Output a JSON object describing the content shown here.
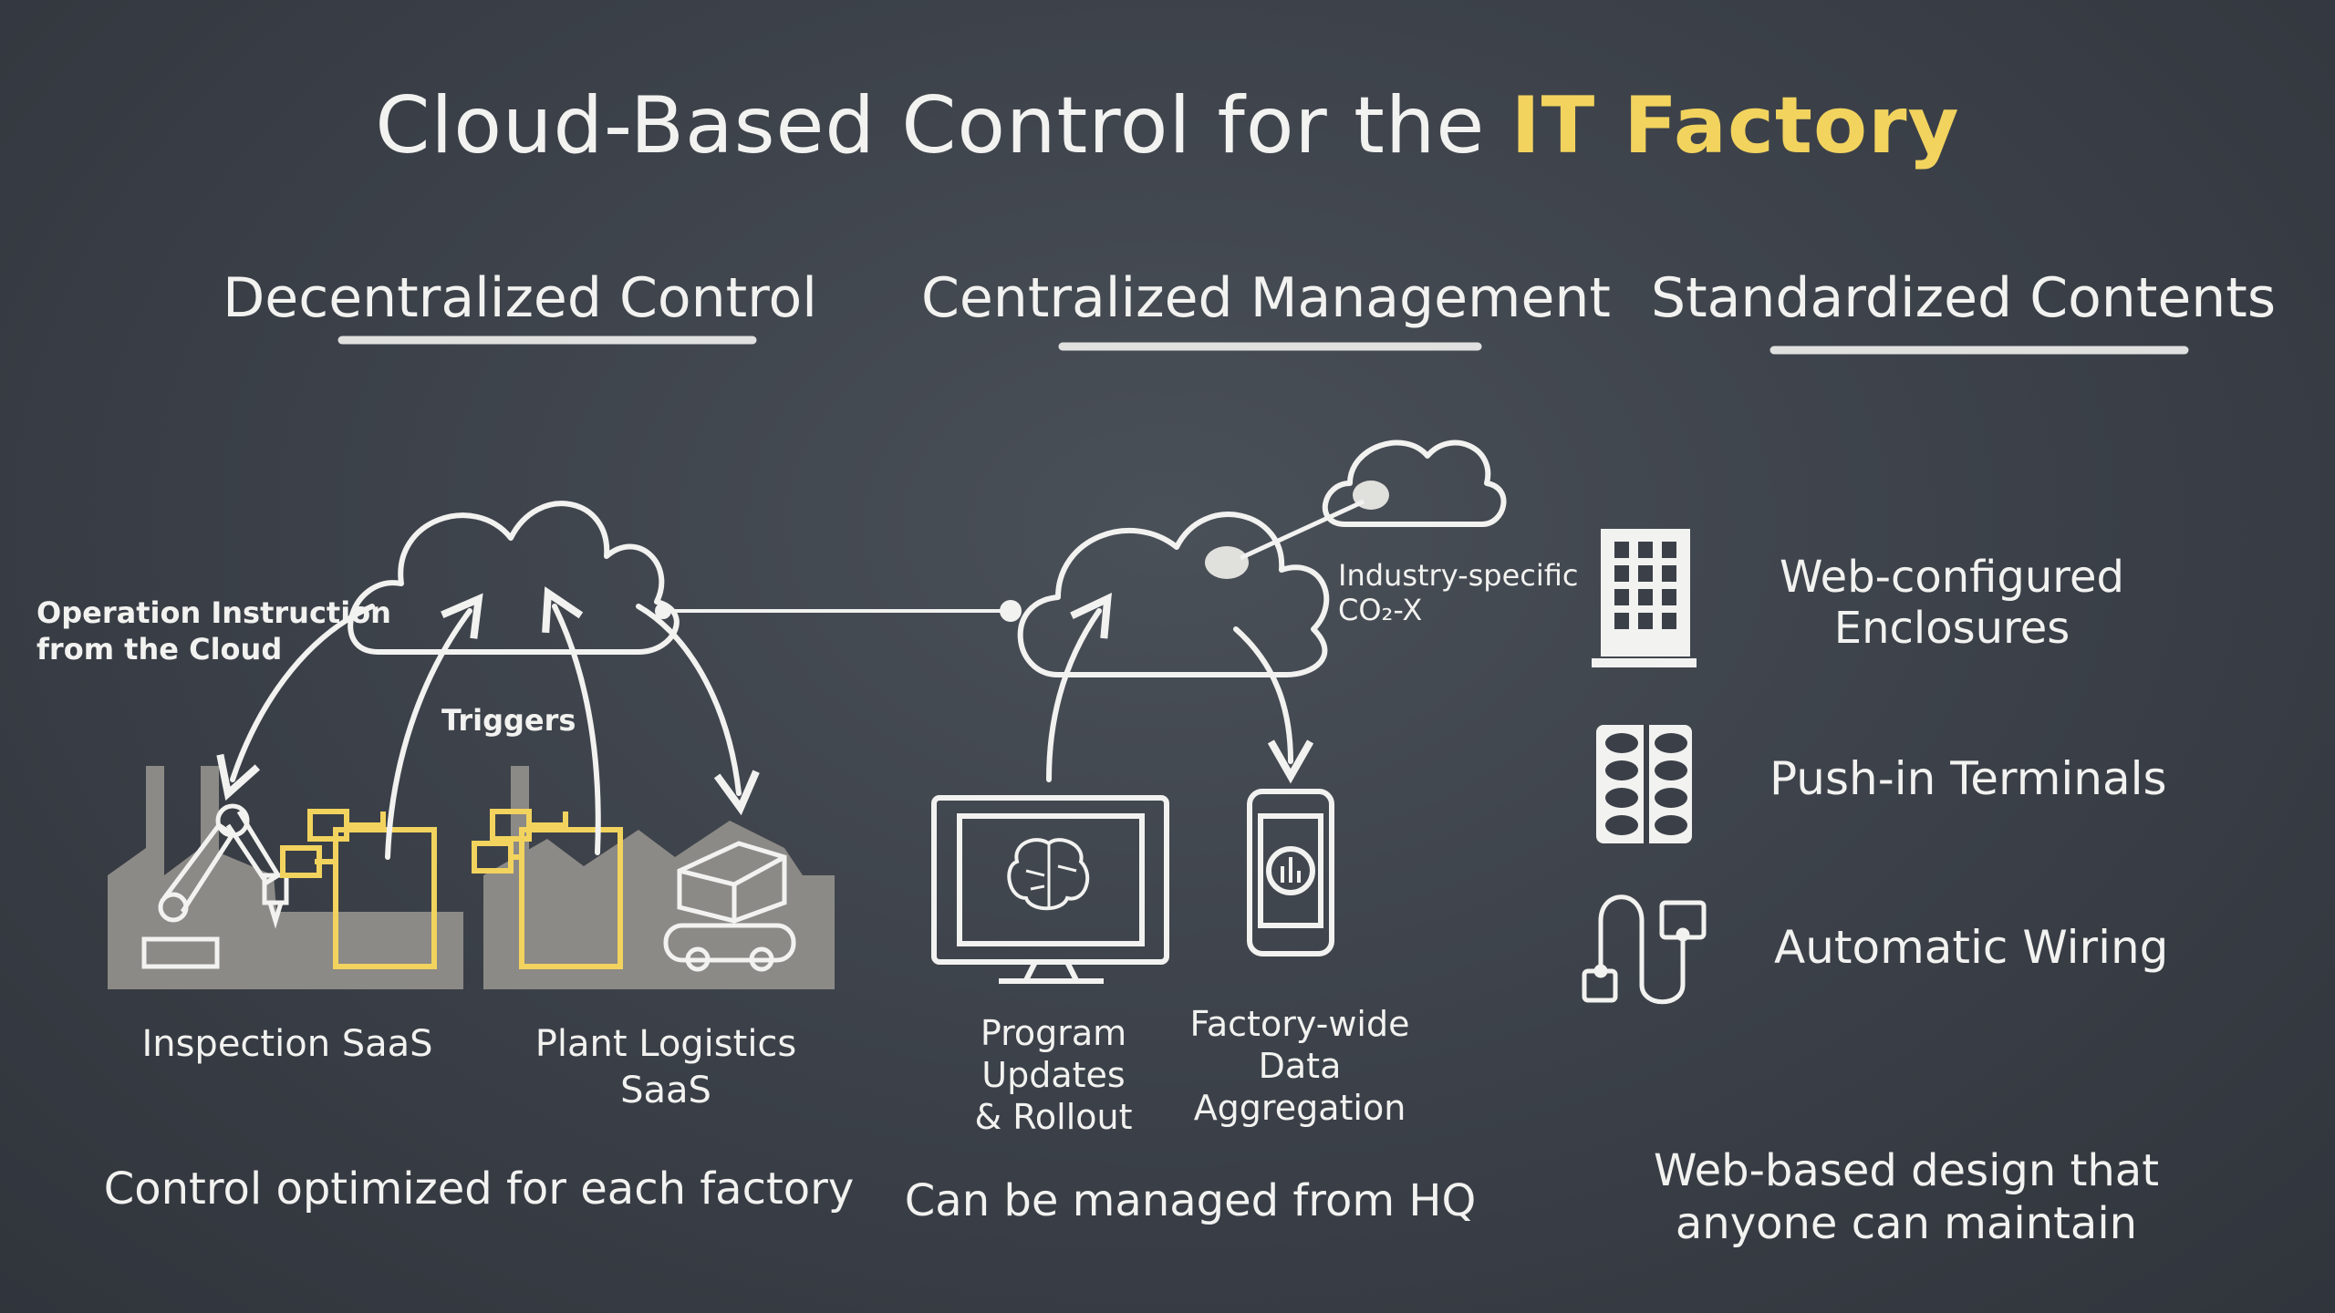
{
  "title": {
    "prefix": "Cloud-Based Control for the ",
    "highlight": "IT Factory"
  },
  "columns": {
    "decentralized": {
      "heading": "Decentralized Control",
      "cloud_caption_line1": "Operation Instruction",
      "cloud_caption_line2": "from the Cloud",
      "triggers": "Triggers",
      "saas_left": "Inspection SaaS",
      "saas_right_line1": "Plant Logistics",
      "saas_right_line2": "SaaS",
      "caption": "Control optimized for each factory"
    },
    "centralized": {
      "heading": "Centralized Management",
      "industry_line1": "Industry-specific",
      "industry_line2": "CO₂-X",
      "program_line1": "Program",
      "program_line2": "Updates",
      "program_line3": "& Rollout",
      "data_line1": "Factory-wide",
      "data_line2": "Data",
      "data_line3": "Aggregation",
      "caption": "Can be managed from HQ"
    },
    "standardized": {
      "heading": "Standardized Contents",
      "item1_line1": "Web-configured",
      "item1_line2": "Enclosures",
      "item2": "Push-in Terminals",
      "item3": "Automatic Wiring",
      "caption_line1": "Web-based design that",
      "caption_line2": "anyone can maintain"
    }
  },
  "colors": {
    "chalk": "#f2f2f0",
    "highlight": "#f2d35e",
    "factory": "#8c8a86",
    "board": "#3b4048"
  },
  "icons": [
    "cloud-icon",
    "factory-icon",
    "robot-arm-icon",
    "monitor-brain-icon",
    "smartphone-chart-icon",
    "building-icon",
    "terminals-icon",
    "wiring-icon"
  ]
}
